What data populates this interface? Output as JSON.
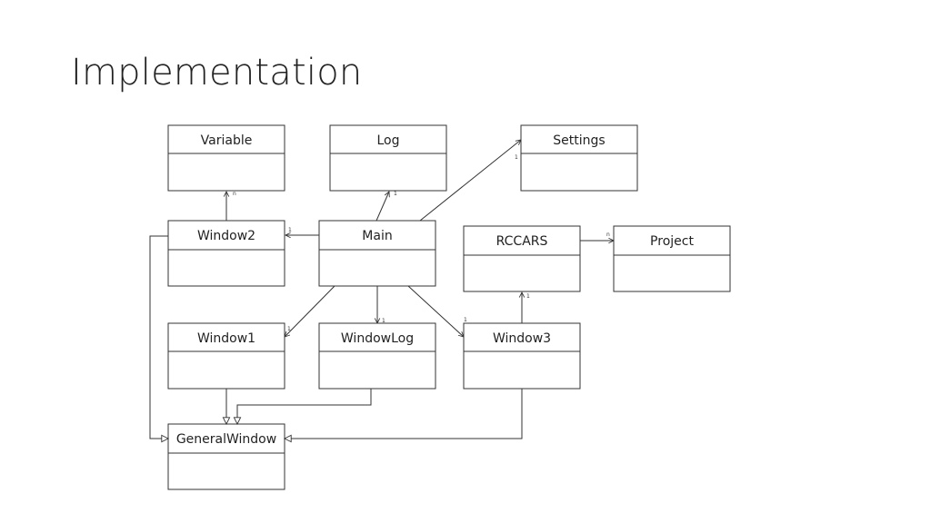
{
  "slide": {
    "title": "Implementation"
  },
  "diagram": {
    "classes": {
      "variable": "Variable",
      "log": "Log",
      "settings": "Settings",
      "window2": "Window2",
      "main": "Main",
      "rccars": "RCCARS",
      "project": "Project",
      "window1": "Window1",
      "windowlog": "WindowLog",
      "window3": "Window3",
      "generalwindow": "GeneralWindow"
    },
    "multiplicities": {
      "window2_variable": "n",
      "main_log": "1",
      "main_settings": "1",
      "main_window2": "1",
      "rccars_project": "n",
      "window3_rccars": "1",
      "main_window1": "1",
      "main_windowlog": "1",
      "main_window3": "1"
    }
  }
}
